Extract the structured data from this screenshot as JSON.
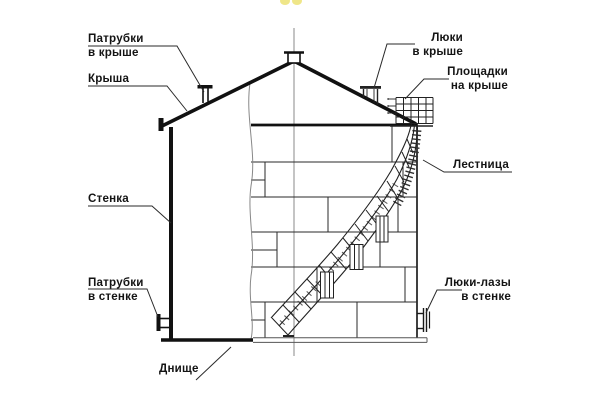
{
  "diagram": {
    "subject": "Схема вертикального цилиндрического резервуара",
    "language": "ru",
    "colors": {
      "ink": "#141414",
      "line": "#2a2a2a",
      "heavy_line": "#111111",
      "centerline": "#8a8a8a",
      "break_line": "#888888",
      "bottom_band": "#555555",
      "watermark": "#e6d73c",
      "background": "#ffffff"
    }
  },
  "callouts": {
    "roof_nozzles": {
      "lines": [
        "Патрубки",
        "в крыше"
      ]
    },
    "roof": {
      "lines": [
        "Крыша"
      ]
    },
    "shell": {
      "lines": [
        "Стенка"
      ]
    },
    "shell_nozzles": {
      "lines": [
        "Патрубки",
        "в стенке"
      ]
    },
    "bottom": {
      "lines": [
        "Днище"
      ]
    },
    "roof_manholes": {
      "lines": [
        "Люки",
        "в крыше"
      ]
    },
    "roof_platforms": {
      "lines": [
        "Площадки",
        "на крыше"
      ]
    },
    "stairway": {
      "lines": [
        "Лестница"
      ]
    },
    "shell_manholes": {
      "lines": [
        "Люки-лазы",
        "в стенке"
      ]
    }
  }
}
